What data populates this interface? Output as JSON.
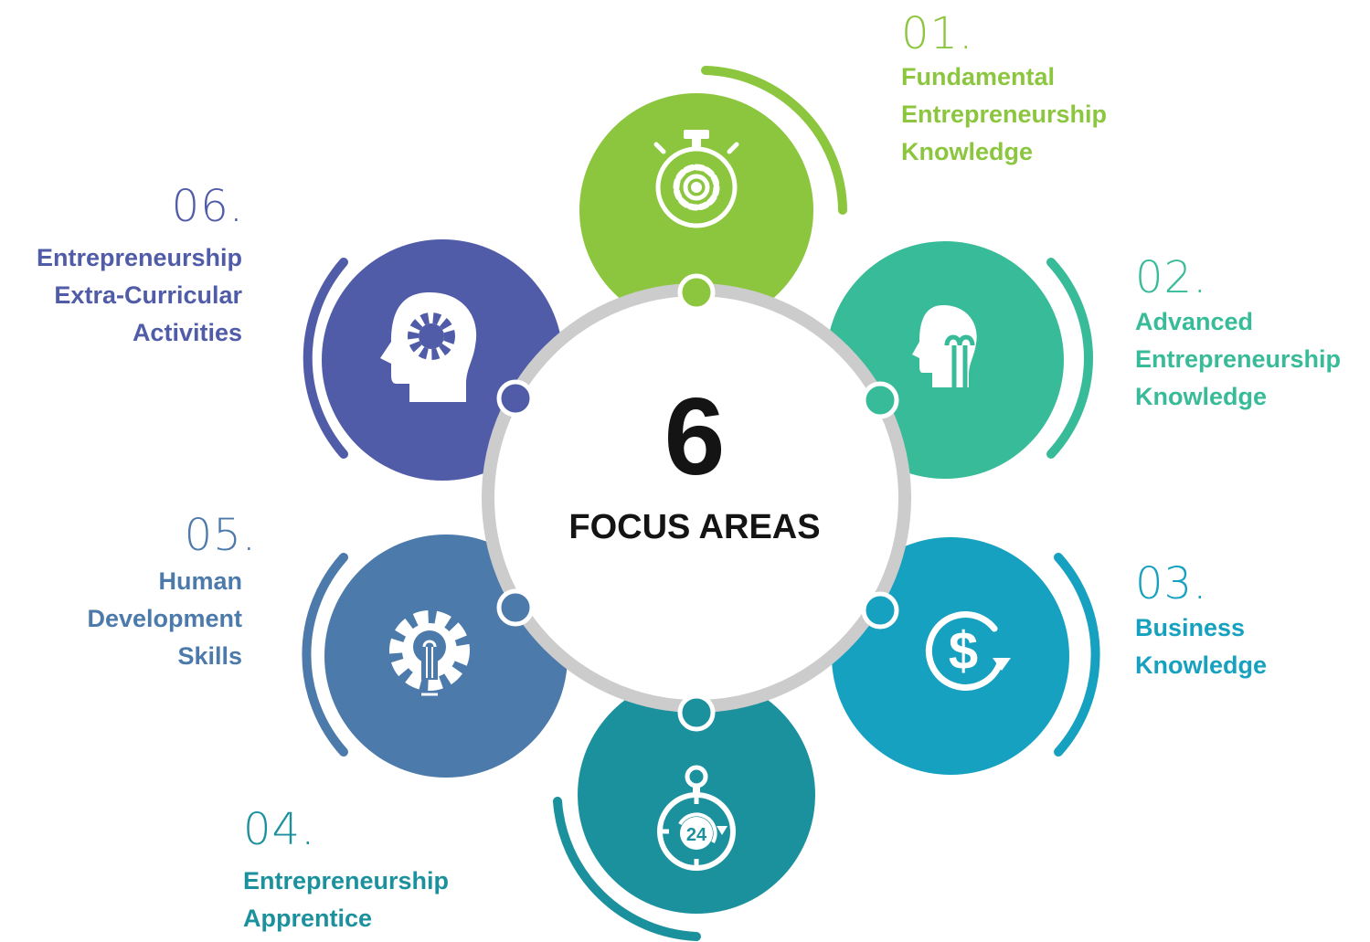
{
  "center": {
    "number": "6",
    "label": "FOCUS AREAS"
  },
  "colors": {
    "area1": "#8CC63F",
    "area2": "#38BB98",
    "area3": "#16A1C0",
    "area4": "#1C919E",
    "area5": "#4C7AAB",
    "area6": "#515CA8",
    "ring": "#CCCCCC",
    "center_text": "#141414"
  },
  "areas": [
    {
      "number": "01.",
      "lines": [
        "Fundamental",
        "Entrepreneurship",
        "Knowledge"
      ],
      "icon": "stopwatch-gear-icon"
    },
    {
      "number": "02.",
      "lines": [
        "Advanced",
        "Entrepreneurship",
        "Knowledge"
      ],
      "icon": "head-lightbulb-icon"
    },
    {
      "number": "03.",
      "lines": [
        "Business",
        "Knowledge"
      ],
      "icon": "dollar-refresh-icon"
    },
    {
      "number": "04.",
      "lines": [
        "Entrepreneurship",
        "Apprentice"
      ],
      "icon": "stopwatch-24-icon"
    },
    {
      "number": "05.",
      "lines": [
        "Human",
        "Development",
        "Skills"
      ],
      "icon": "gear-lightbulb-icon"
    },
    {
      "number": "06.",
      "lines": [
        "Entrepreneurship",
        "Extra-Curricular",
        "Activities"
      ],
      "icon": "head-gear-icon"
    }
  ]
}
